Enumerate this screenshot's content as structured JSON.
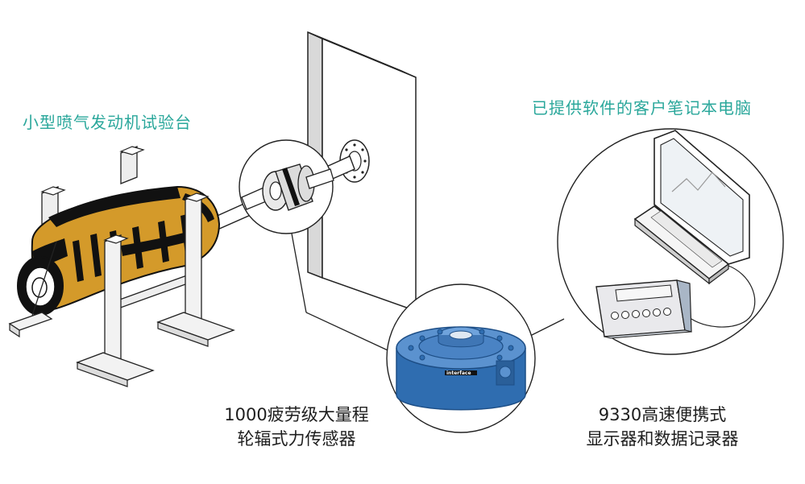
{
  "labels": {
    "engine_test_stand": "小型喷气发动机试验台",
    "laptop": "已提供软件的客户笔记本电脑",
    "load_cell_line1": "1000疲劳级大量程",
    "load_cell_line2": "轮辐式力传感器",
    "display_line1": "9330高速便携式",
    "display_line2": "显示器和数据记录器"
  },
  "logo": "interface",
  "colors": {
    "accent_teal": "#2aa79b",
    "engine_orange": "#d49a2a",
    "engine_black": "#111111",
    "load_cell_blue": "#2f6db0",
    "stand_gray": "#e6e6e6",
    "outline": "#222222"
  },
  "icons": {
    "engine": "jet-engine-icon",
    "wall": "test-wall",
    "load_cell": "load-cell-icon",
    "display": "data-logger-icon",
    "laptop": "laptop-icon"
  }
}
